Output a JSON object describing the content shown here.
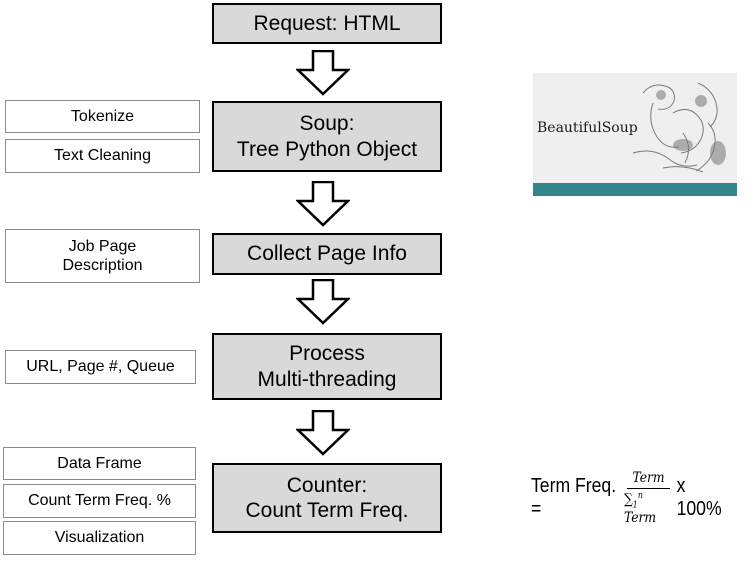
{
  "flow": {
    "request": "Request: HTML",
    "soup": "Soup:\nTree Python Object",
    "collect": "Collect Page Info",
    "process": "Process\nMulti-threading",
    "counter": "Counter:\nCount Term Freq."
  },
  "side": {
    "tokenize": "Tokenize",
    "text_cleaning": "Text Cleaning",
    "job_page": "Job Page\nDescription",
    "url_queue": "URL, Page #, Queue",
    "data_frame": "Data Frame",
    "count_term": "Count Term Freq. %",
    "visualization": "Visualization"
  },
  "logo": {
    "text": "BeautifulSoup",
    "bar_color": "#31858b"
  },
  "formula": {
    "lhs": "Term Freq. =",
    "numerator": "Term",
    "sum_symbol": "∑",
    "sum_lower": "1",
    "sum_upper": "n",
    "denominator_term": "Term",
    "rhs": "x 100%"
  }
}
